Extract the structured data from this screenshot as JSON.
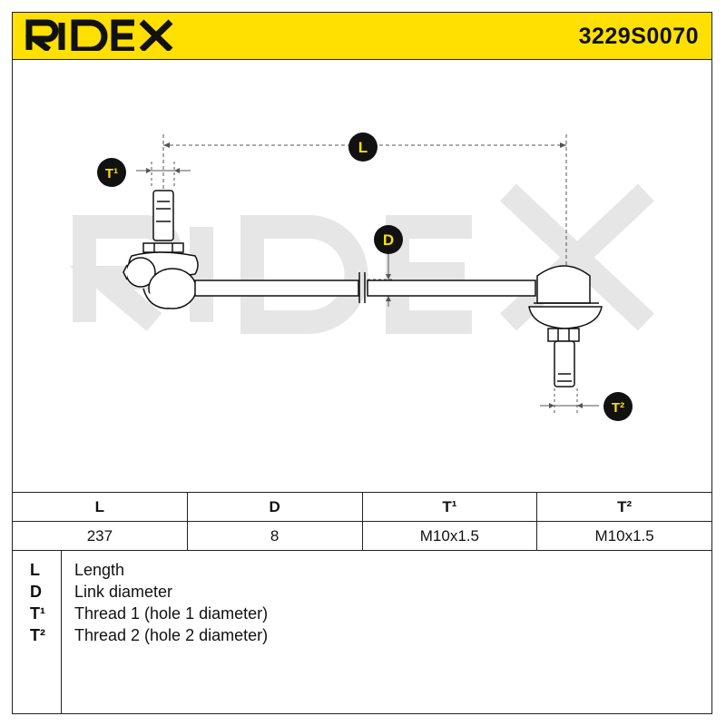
{
  "header": {
    "brand": "RIDEX",
    "part_number": "3229S0070"
  },
  "drawing": {
    "labels": {
      "L": "L",
      "D": "D",
      "T1": "T¹",
      "T2": "T²"
    },
    "watermark": "RIDEX"
  },
  "dimensions_table": {
    "headers": [
      "L",
      "D",
      "T¹",
      "T²"
    ],
    "values": [
      "237",
      "8",
      "M10x1.5",
      "M10x1.5"
    ]
  },
  "legend": {
    "items": [
      {
        "symbol": "L",
        "description": "Length"
      },
      {
        "symbol": "D",
        "description": "Link diameter"
      },
      {
        "symbol": "T¹",
        "description": "Thread 1 (hole 1 diameter)"
      },
      {
        "symbol": "T²",
        "description": "Thread 2 (hole 2 diameter)"
      }
    ]
  },
  "colors": {
    "brand_yellow": "#ffe000",
    "ink": "#111111",
    "watermark": "#e6e6e6"
  }
}
